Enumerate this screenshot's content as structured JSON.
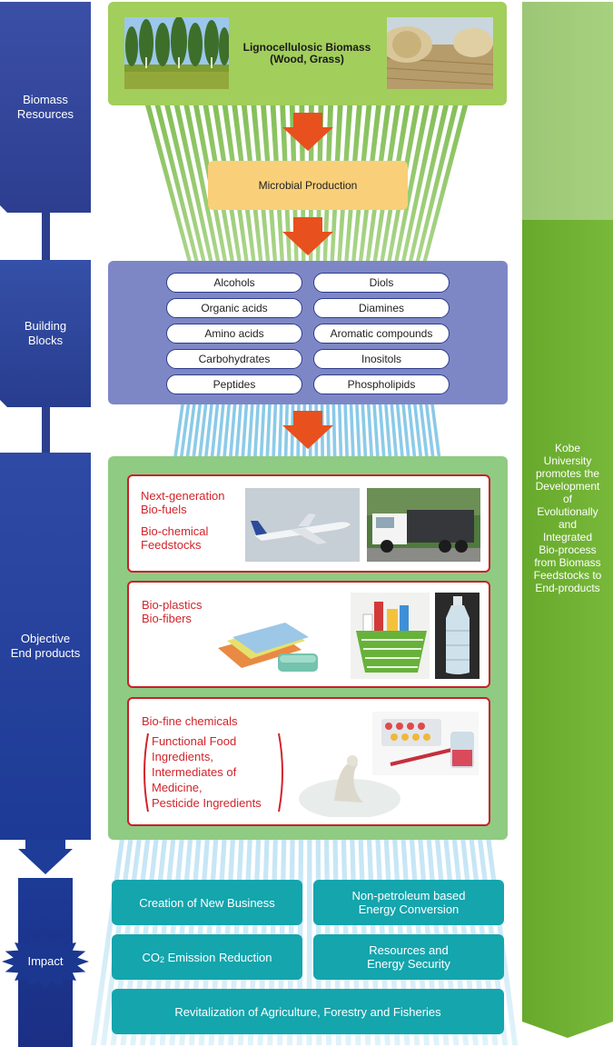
{
  "stages": {
    "biomass": [
      "Biomass",
      "Resources"
    ],
    "building": [
      "Building",
      "Blocks"
    ],
    "objective": [
      "Objective",
      "End products"
    ],
    "impact": "Impact"
  },
  "feedstock": {
    "title": "Lignocellulosic Biomass",
    "subtitle": "(Wood, Grass)"
  },
  "production": "Microbial Production",
  "building_blocks": {
    "left": [
      "Alcohols",
      "Organic acids",
      "Amino acids",
      "Carbohydrates",
      "Peptides"
    ],
    "right": [
      "Diols",
      "Diamines",
      "Aromatic compounds",
      "Inositols",
      "Phospholipids"
    ]
  },
  "products": {
    "fuels": [
      "Next-generation",
      "Bio-fuels",
      "Bio-chemical",
      "Feedstocks"
    ],
    "plastics": [
      "Bio-plastics",
      "Bio-fibers"
    ],
    "fine": {
      "title": "Bio-fine chemicals",
      "items": [
        "Functional Food",
        "Ingredients,",
        "Intermediates of",
        "Medicine,",
        "Pesticide Ingredients"
      ]
    }
  },
  "impacts": {
    "new_business": "Creation of New Business",
    "energy_conversion": [
      "Non-petroleum based",
      "Energy Conversion"
    ],
    "co2_prefix": "CO",
    "co2_sub": "2",
    "co2_suffix": " Emission Reduction",
    "security": [
      "Resources and",
      "Energy Security"
    ],
    "revitalization": "Revitalization of Agriculture, Forestry and Fisheries"
  },
  "sidenote": [
    "Kobe",
    "University",
    "promotes the",
    "Development",
    "of",
    "Evolutionally",
    "and",
    "Integrated",
    "Bio-process",
    "from Biomass",
    "Feedstocks to",
    "End-products"
  ],
  "colors": {
    "navy": "#2b3f8c",
    "green": "#6aac2f",
    "light_green": "#a2ce5c",
    "orange_arrow": "#e8501e",
    "teal": "#14a5ad",
    "red": "#d2232a",
    "purple": "#7e87c6"
  }
}
